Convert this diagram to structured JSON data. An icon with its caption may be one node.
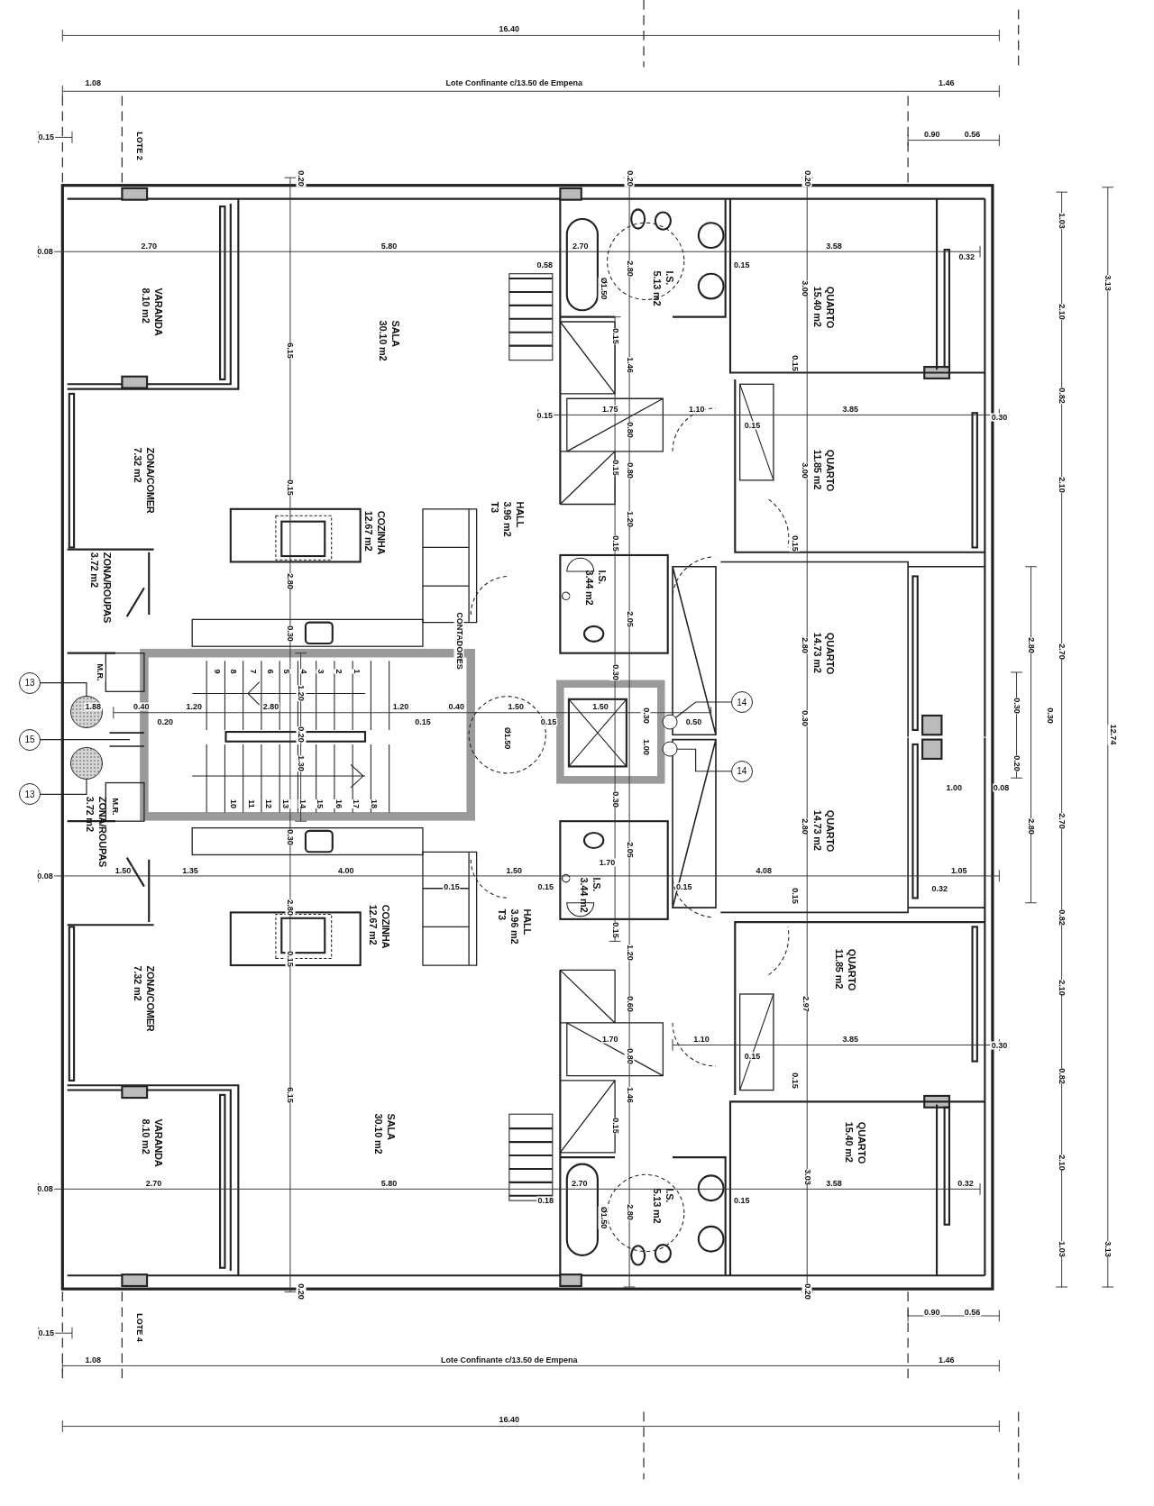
{
  "diagram": {
    "nodes": [
      {
        "text": [
          "VARANDA",
          "8.10 m2"
        ]
      },
      {
        "text": [
          "SALA",
          "30.10 m2"
        ]
      },
      {
        "text": [
          "ZONA/COMER",
          "7.32 m2"
        ]
      },
      {
        "text": [
          "COZINHA",
          "12.67 m2"
        ]
      },
      {
        "text": [
          "HALL",
          "3.96 m2",
          "T3"
        ]
      },
      {
        "text": [
          "ZONA/ROUPAS",
          "3.72 m2"
        ]
      },
      {
        "text": [
          "I.S.",
          "5.13 m2"
        ]
      },
      {
        "text": [
          "QUARTO",
          "15.40 m2"
        ]
      },
      {
        "text": [
          "QUARTO",
          "11.85 m2"
        ]
      },
      {
        "text": [
          "I.S.",
          "3.44 m2"
        ]
      },
      {
        "text": [
          "QUARTO",
          "14.73 m2"
        ]
      },
      {
        "text": [
          "QUARTO",
          "14.73 m2"
        ]
      },
      {
        "text": [
          "I.S.",
          "3.44 m2"
        ]
      },
      {
        "text": [
          "ZONA/ROUPAS",
          "3.72 m2"
        ]
      },
      {
        "text": [
          "COZINHA",
          "12.67 m2"
        ]
      },
      {
        "text": [
          "HALL",
          "3.96 m2",
          "T3"
        ]
      },
      {
        "text": [
          "ZONA/COMER",
          "7.32 m2"
        ]
      },
      {
        "text": [
          "QUARTO",
          "11.85 m2"
        ]
      },
      {
        "text": [
          "SALA",
          "30.10 m2"
        ]
      },
      {
        "text": [
          "VARANDA",
          "8.10 m2"
        ]
      },
      {
        "text": [
          "I.S.",
          "5.13 m2"
        ]
      },
      {
        "text": [
          "QUARTO",
          "15.40 m2"
        ]
      },
      {
        "text": [
          "13"
        ]
      },
      {
        "text": [
          "15"
        ]
      },
      {
        "text": [
          "13"
        ]
      },
      {
        "text": [
          "14"
        ]
      },
      {
        "text": [
          "14"
        ]
      },
      {
        "text": [],
        "shape": "circle"
      },
      {
        "text": [],
        "shape": "circle"
      },
      {
        "text": [],
        "shape": "circle"
      },
      {
        "text": [],
        "shape": "circle"
      }
    ],
    "edges": [
      {
        "from": 22,
        "to": 27,
        "arrow": "none"
      },
      {
        "from": 23,
        "to": null,
        "arrow": "none"
      },
      {
        "from": 24,
        "to": 28,
        "arrow": "none"
      },
      {
        "from": 25,
        "to": 29,
        "arrow": "none"
      },
      {
        "from": 26,
        "to": 30,
        "arrow": "none"
      }
    ],
    "labels": [
      "16.40",
      "1.08",
      "Lote Confinante c/13.50 de Empena",
      "1.46",
      "0.15",
      "LOTE 2",
      "0.90",
      "0.56",
      "0.20",
      "0.20",
      "0.20",
      "1.03",
      "0.08",
      "2.70",
      "5.80",
      "0.58",
      "2.70",
      "2.80",
      "Ø1.50",
      "0.15",
      "3.58",
      "0.32",
      "3.13",
      "2.10",
      "3.00",
      "6.15",
      "0.15",
      "1.46",
      "0.15",
      "0.82",
      "0.15",
      "1.75",
      "0.80",
      "1.10",
      "0.15",
      "3.85",
      "0.30",
      "0.15",
      "0.15",
      "0.80",
      "3.00",
      "2.10",
      "1.20",
      "0.15",
      "0.15",
      "2.80",
      "2.05",
      "CONTADORES",
      "M.R.",
      "0.30",
      "2.80",
      "2.80",
      "2.70",
      "9",
      "8",
      "7",
      "6",
      "5",
      "4",
      "3",
      "2",
      "1",
      "0.30",
      "1.20",
      "1.88",
      "0.40",
      "0.20",
      "1.20",
      "2.80",
      "1.20",
      "0.15",
      "0.40",
      "1.50",
      "Ø1.50",
      "0.15",
      "1.50",
      "0.30",
      "0.50",
      "0.30",
      "0.30",
      "0.30",
      "12.74",
      "1.00",
      "0.20",
      "1.30",
      "0.20",
      "1.00",
      "0.08",
      "0.30",
      "10",
      "11",
      "12",
      "13",
      "14",
      "15",
      "16",
      "17",
      "18",
      "M.R.",
      "2.80",
      "2.80",
      "2.70",
      "0.30",
      "2.05",
      "0.08",
      "1.50",
      "1.35",
      "4.00",
      "0.15",
      "1.50",
      "0.15",
      "1.70",
      "0.15",
      "4.08",
      "1.05",
      "0.32",
      "0.15",
      "2.80",
      "0.82",
      "0.15",
      "0.15",
      "1.20",
      "2.10",
      "0.60",
      "2.97",
      "1.70",
      "0.80",
      "1.10",
      "0.15",
      "3.85",
      "0.30",
      "6.15",
      "1.46",
      "0.15",
      "0.82",
      "0.15",
      "2.10",
      "3.03",
      "0.08",
      "2.70",
      "5.80",
      "0.18",
      "2.70",
      "2.80",
      "Ø1.50",
      "0.15",
      "3.58",
      "0.32",
      "1.03",
      "3.13",
      "0.20",
      "0.20",
      "0.90",
      "0.56",
      "LOTE 4",
      "0.15",
      "1.08",
      "Lote Confinante c/13.50 de Empena",
      "1.46",
      "16.40"
    ]
  }
}
